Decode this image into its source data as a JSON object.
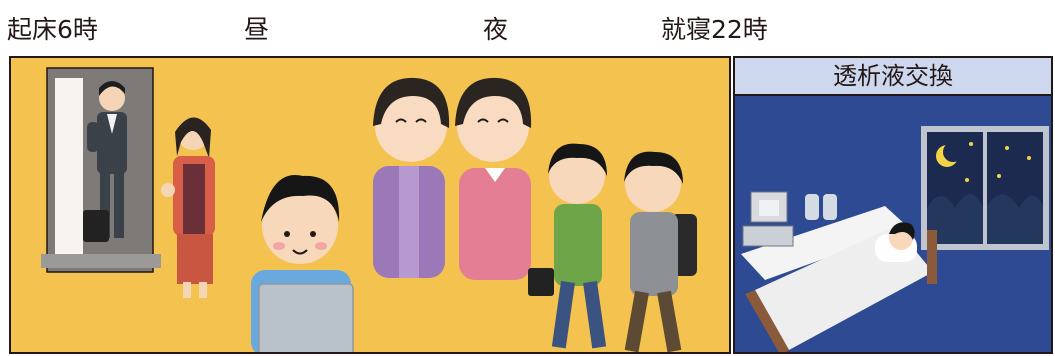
{
  "timeline": {
    "wake": "起床6時",
    "noon": "昼",
    "night": "夜",
    "sleep": "就寝22時"
  },
  "night_panel": {
    "title": "透析液交換"
  },
  "colors": {
    "day_background": "#f3c24f",
    "night_background": "#2e4a92",
    "night_header": "#cdd7ee",
    "outline": "#231815"
  },
  "illustrations": [
    "man-leaving-door-icon",
    "woman-apron-icon",
    "boy-laptop-icon",
    "two-women-chatting-icon",
    "two-men-walking-icon",
    "dialysis-bed-icon",
    "night-window-icon"
  ]
}
